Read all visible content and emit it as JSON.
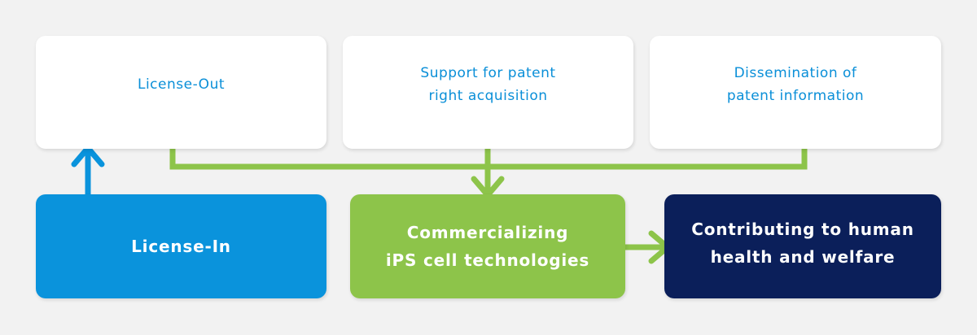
{
  "boxes": {
    "license_out": "License-Out",
    "patent_support": "Support for patent\nright acquisition",
    "dissemination": "Dissemination of\npatent information",
    "license_in": "License-In",
    "commercializing": "Commercializing\niPS cell technologies",
    "contributing": "Contributing to human\nhealth and welfare"
  },
  "colors": {
    "blue": "#0a93dc",
    "green": "#8dc44a",
    "navy": "#0b1f5a",
    "text_blue": "#0a8fd8"
  }
}
